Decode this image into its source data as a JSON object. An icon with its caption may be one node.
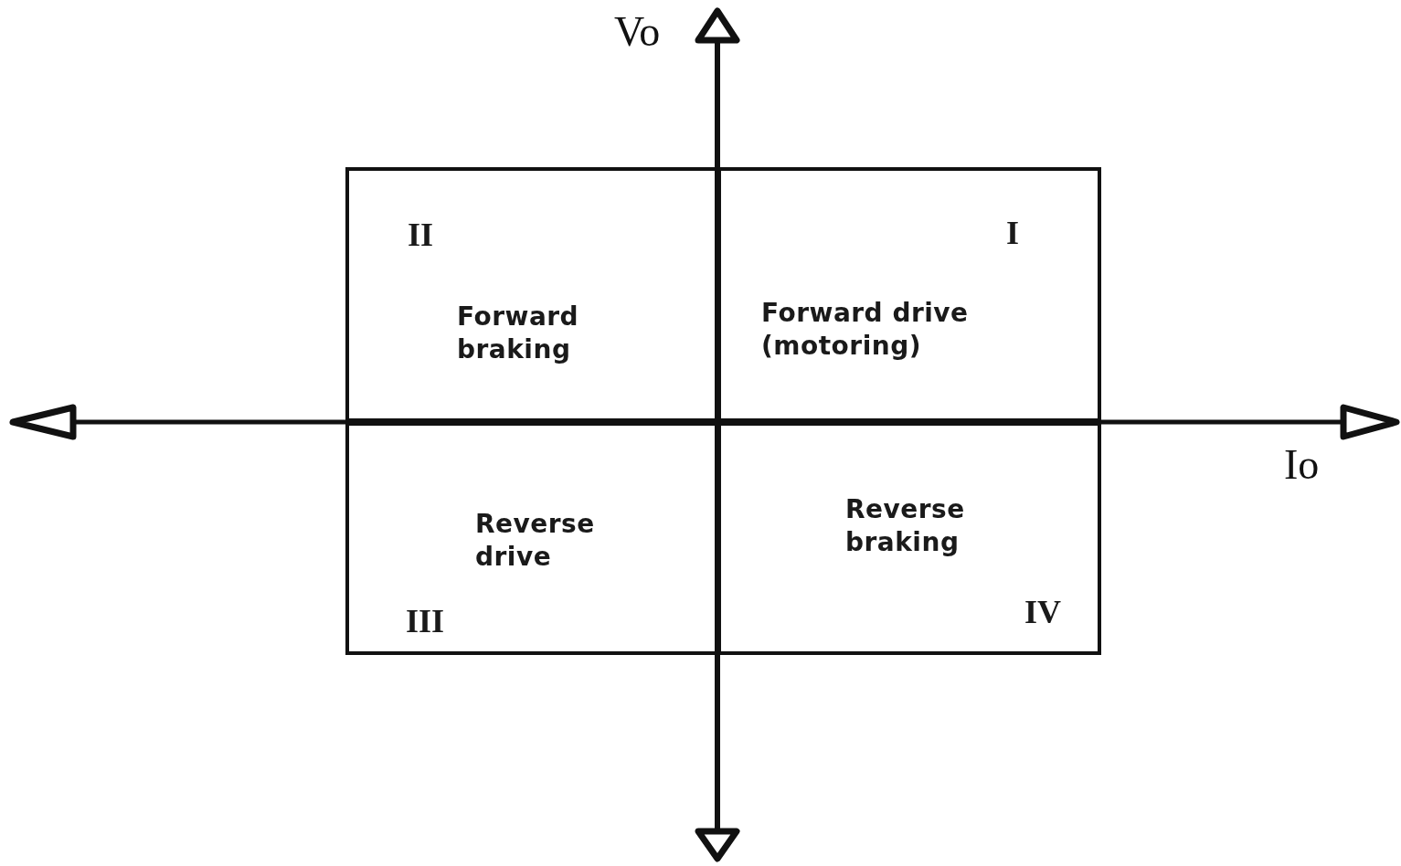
{
  "diagram": {
    "nodes": [
      {
        "text": [
          "II",
          "Forward braking"
        ]
      },
      {
        "text": [
          "I",
          "Forward drive (motoring)"
        ]
      },
      {
        "text": [
          "Reverse drive",
          "III"
        ]
      },
      {
        "text": [
          "Reverse braking",
          "IV"
        ]
      }
    ],
    "labels": [
      "Vo",
      "Io"
    ]
  }
}
